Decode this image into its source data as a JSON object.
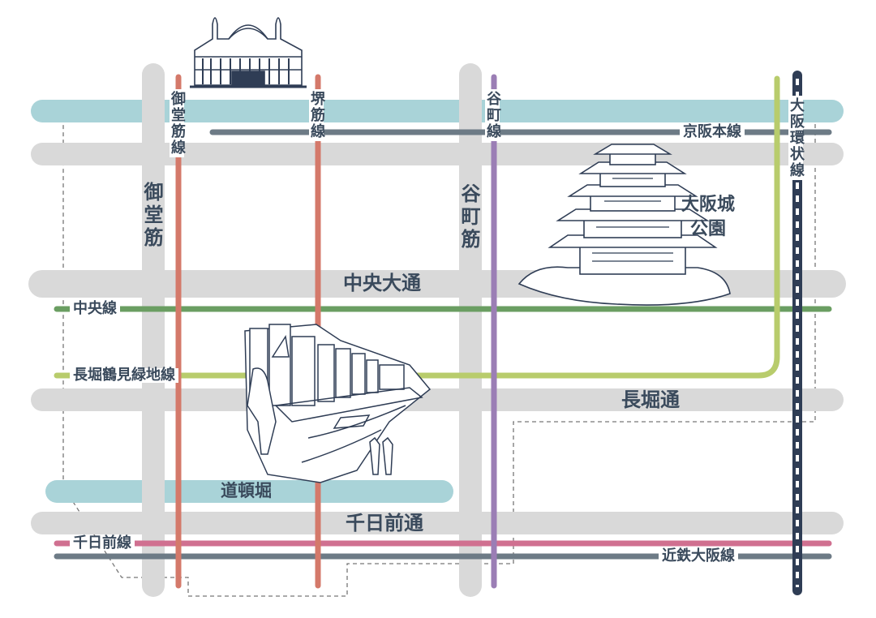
{
  "map": {
    "colors": {
      "road": "#d9d9d9",
      "river": "#a9d3d8",
      "chuo_line": "#6a9e62",
      "nagahori_line": "#b8cc6c",
      "sennichimae_line": "#d07090",
      "kintetsu_line": "#6d7b86",
      "keihan_line": "#6d7b86",
      "midosuji_line": "#d4796a",
      "sakaisuji_line": "#d4796a",
      "tanimachi_line": "#9b7eb5",
      "loop_line": "#2f3d55",
      "label": "#3a4a5c"
    },
    "roads": {
      "chuo_odori": "中央大通",
      "nagahori_dori": "長堀通",
      "sennichimae_dori": "千日前通",
      "midosuji": "御堂筋",
      "tanimachi_suji": "谷町筋"
    },
    "rivers": {
      "dotonbori": "道頓堀"
    },
    "lines": {
      "midosuji_line": "御堂筋線",
      "sakaisuji_line": "堺筋線",
      "tanimachi_line": "谷町線",
      "osaka_loop_line": "大阪環状線",
      "keihan_main_line": "京阪本線",
      "chuo_line": "中央線",
      "nagahori_tsurumi_ryokuchi_line": "長堀鶴見緑地線",
      "sennichimae_line": "千日前線",
      "kintetsu_osaka_line": "近鉄大阪線"
    },
    "landmarks": {
      "osaka_castle_park": "大阪城\n公園",
      "public_hall_icon": "central-public-hall-illustration",
      "castle_icon": "osaka-castle-illustration",
      "canal_icon": "dotonbori-canal-illustration"
    }
  }
}
